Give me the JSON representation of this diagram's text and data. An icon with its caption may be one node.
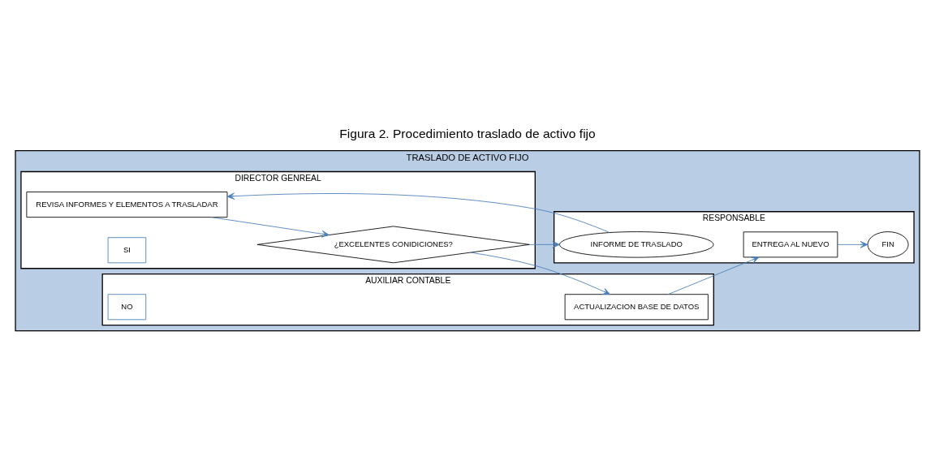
{
  "diagram": {
    "title": "Figura 2. Procedimiento traslado de activo fijo",
    "nodes": [
      {
        "text": [
          "TRASLADO DE ACTIVO FIJO"
        ]
      },
      {
        "text": [
          "DIRECTOR GENREAL"
        ],
        "in": 0
      },
      {
        "text": [
          "AUXILIAR CONTABLE"
        ],
        "in": 0
      },
      {
        "text": [
          "RESPONSABLE"
        ],
        "in": 0
      },
      {
        "text": [
          "REVISA INFORMES Y ELEMENTOS A TRASLADAR"
        ],
        "in": 1
      },
      {
        "text": [
          "¿EXCELENTES CONIDICIONES?"
        ],
        "in": 1
      },
      {
        "text": [
          "SI"
        ],
        "in": 1
      },
      {
        "text": [
          "NO"
        ],
        "in": 2
      },
      {
        "text": [
          "ACTUALIZACION BASE DE DATOS"
        ],
        "in": 2
      },
      {
        "text": [
          "INFORME DE TRASLADO"
        ],
        "in": 3
      },
      {
        "text": [
          "ENTREGA AL NUEVO"
        ],
        "in": 3
      },
      {
        "text": [
          "FIN"
        ],
        "in": 3
      }
    ],
    "edges": [
      {
        "from": 4,
        "to": 5,
        "arrow": "to"
      },
      {
        "from": 5,
        "to": 8,
        "arrow": "to"
      },
      {
        "from": 5,
        "to": 9,
        "arrow": "to"
      },
      {
        "from": 9,
        "to": 4,
        "arrow": "to"
      },
      {
        "from": 8,
        "to": 10,
        "arrow": "to"
      },
      {
        "from": 10,
        "to": 11,
        "arrow": "to"
      }
    ]
  }
}
